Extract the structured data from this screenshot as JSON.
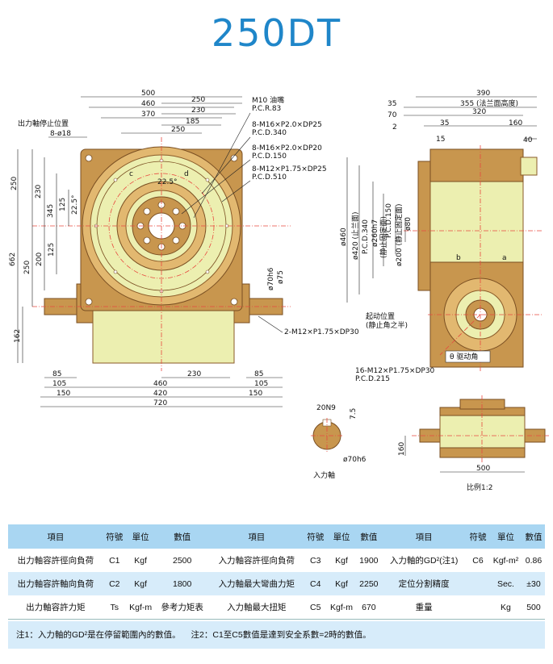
{
  "title": "250DT",
  "front_view": {
    "dims_top": [
      "500",
      "460",
      "250",
      "370",
      "230",
      "185",
      "250"
    ],
    "dims_left": [
      "250",
      "230",
      "345",
      "125",
      "22.5°",
      "662",
      "250",
      "200",
      "125",
      "162"
    ],
    "dims_bottom": [
      "85",
      "105",
      "230",
      "85",
      "105",
      "460",
      "150",
      "420",
      "150",
      "720"
    ],
    "labels": {
      "output_stop": "出力軸停止位置",
      "holes_18": "8-ø18",
      "m10": "M10 油嘴",
      "pcr83": "P.C.R.83",
      "m16_25": "8-M16×P2.0×DP25",
      "pcd340": "P.C.D.340",
      "m16_20": "8-M16×P2.0×DP20",
      "pcd150": "P.C.D.150",
      "m12_25": "8-M12×P1.75×DP25",
      "pcd510": "P.C.D.510",
      "ang": "22.5°",
      "phi70": "ø70h6",
      "phi75": "ø75",
      "m12_30": "2-M12×P1.75×DP30",
      "c": "c",
      "d": "d"
    }
  },
  "side_view": {
    "dims_top": [
      "390",
      "35",
      "355 (法兰面高度)",
      "70",
      "320",
      "2",
      "35",
      "160",
      "15",
      "40"
    ],
    "dims_left": [
      "ø460",
      "ø420 (止兰面)",
      "P.C.D.340",
      "ø260h7",
      "(静止固定面)",
      "P.C.D.150",
      "ø200 (静止固定面)",
      "ø80"
    ],
    "labels": {
      "b": "b",
      "a": "a",
      "start_pos": "起动位置",
      "start_sub": "(静止角之半)",
      "theta": "θ 驱动角",
      "m12_30": "16-M12×P1.75×DP30",
      "pcd215": "P.C.D.215"
    }
  },
  "input_shaft": {
    "dims": [
      "20N9",
      "7.5",
      "ø70h6"
    ],
    "label": "入力軸"
  },
  "bottom_view": {
    "dims": [
      "160",
      "500"
    ],
    "scale": "比例1:2"
  },
  "table": {
    "headers": [
      "項目",
      "符號",
      "單位",
      "數值",
      "項目",
      "符號",
      "單位",
      "數值",
      "項目",
      "符號",
      "單位",
      "數值"
    ],
    "rows": [
      [
        "出力軸容許徑向負荷",
        "C1",
        "Kgf",
        "2500",
        "入力軸容許徑向負荷",
        "C3",
        "Kgf",
        "1900",
        "入力軸的GD²(注1)",
        "C6",
        "Kgf-m²",
        "0.86"
      ],
      [
        "出力軸容許軸向負荷",
        "C2",
        "Kgf",
        "1800",
        "入力軸最大彎曲力矩",
        "C4",
        "Kgf",
        "2250",
        "定位分割精度",
        "",
        "Sec.",
        "±30"
      ],
      [
        "出力軸容許力矩",
        "Ts",
        "Kgf-m",
        "參考力矩表",
        "入力軸最大扭矩",
        "C5",
        "Kgf-m",
        "670",
        "重量",
        "",
        "Kg",
        "500"
      ]
    ]
  },
  "notes": {
    "note1": "注1：入力軸的GD²是在停留範圍內的數值。",
    "note2": "注2：C1至C5數值是達到安全系數=2時的數值。"
  },
  "colors": {
    "title": "#1f86c9",
    "body_light": "#ecefb0",
    "body_dark": "#c8964e",
    "centerline": "#e8493f",
    "table_header": "#a9d6f2",
    "table_alt": "#d7ecfa"
  }
}
